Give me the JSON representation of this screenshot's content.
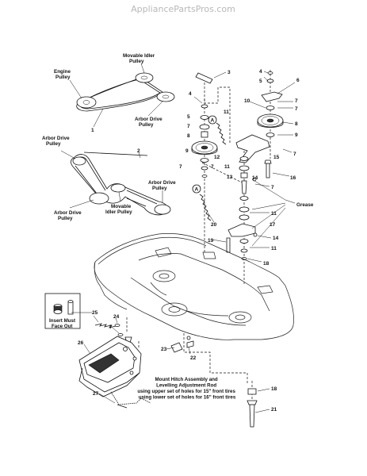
{
  "watermark": "AppliancePartsPros.com",
  "labels": {
    "engine_pulley": [
      "Engine",
      "Pulley"
    ],
    "movable_idler_pulley_top": [
      "Movable Idler",
      "Pulley"
    ],
    "arbor_drive_pulley_top": [
      "Arbor Drive",
      "Pulley"
    ],
    "arbor_drive_pulley_left": [
      "Arbor Drive",
      "Pulley"
    ],
    "arbor_drive_pulley_right": [
      "Arbor Drive",
      "Pulley"
    ],
    "arbor_drive_pulley_bottom": [
      "Arbor Drive",
      "Pulley"
    ],
    "movable_idler_pulley_bottom": [
      "Movable",
      "Idler Pulley"
    ],
    "grease": "Grease",
    "insert_must_face_out": [
      "Insert Must",
      "Face Out"
    ],
    "hitch_note": [
      "Mount Hitch Assembly and",
      "Levelling Adjustment Rod",
      "using upper set of holes for 15\" front tires",
      "using lower set of holes for 16\" front tires"
    ]
  },
  "callout_letter": "A",
  "part_numbers": {
    "n1": "1",
    "n2": "2",
    "n3": "3",
    "n4a": "4",
    "n4b": "4",
    "n5a": "5",
    "n5b": "5",
    "n6": "6",
    "n7a": "7",
    "n7b": "7",
    "n7c": "7",
    "n7d": "7",
    "n7e": "7",
    "n7f": "7",
    "n7g": "7",
    "n8a": "8",
    "n8b": "8",
    "n9a": "9",
    "n9b": "9",
    "n10": "10",
    "n11a": "11",
    "n11b": "11",
    "n11c": "11",
    "n11d": "11",
    "n12": "12",
    "n13": "13",
    "n14a": "14",
    "n14b": "14",
    "n15": "15",
    "n16": "16",
    "n17": "17",
    "n18a": "18",
    "n18b": "18",
    "n19": "19",
    "n20": "20",
    "n21": "21",
    "n22": "22",
    "n23": "23",
    "n24": "24",
    "n25": "25",
    "n26": "26",
    "n27": "27"
  }
}
